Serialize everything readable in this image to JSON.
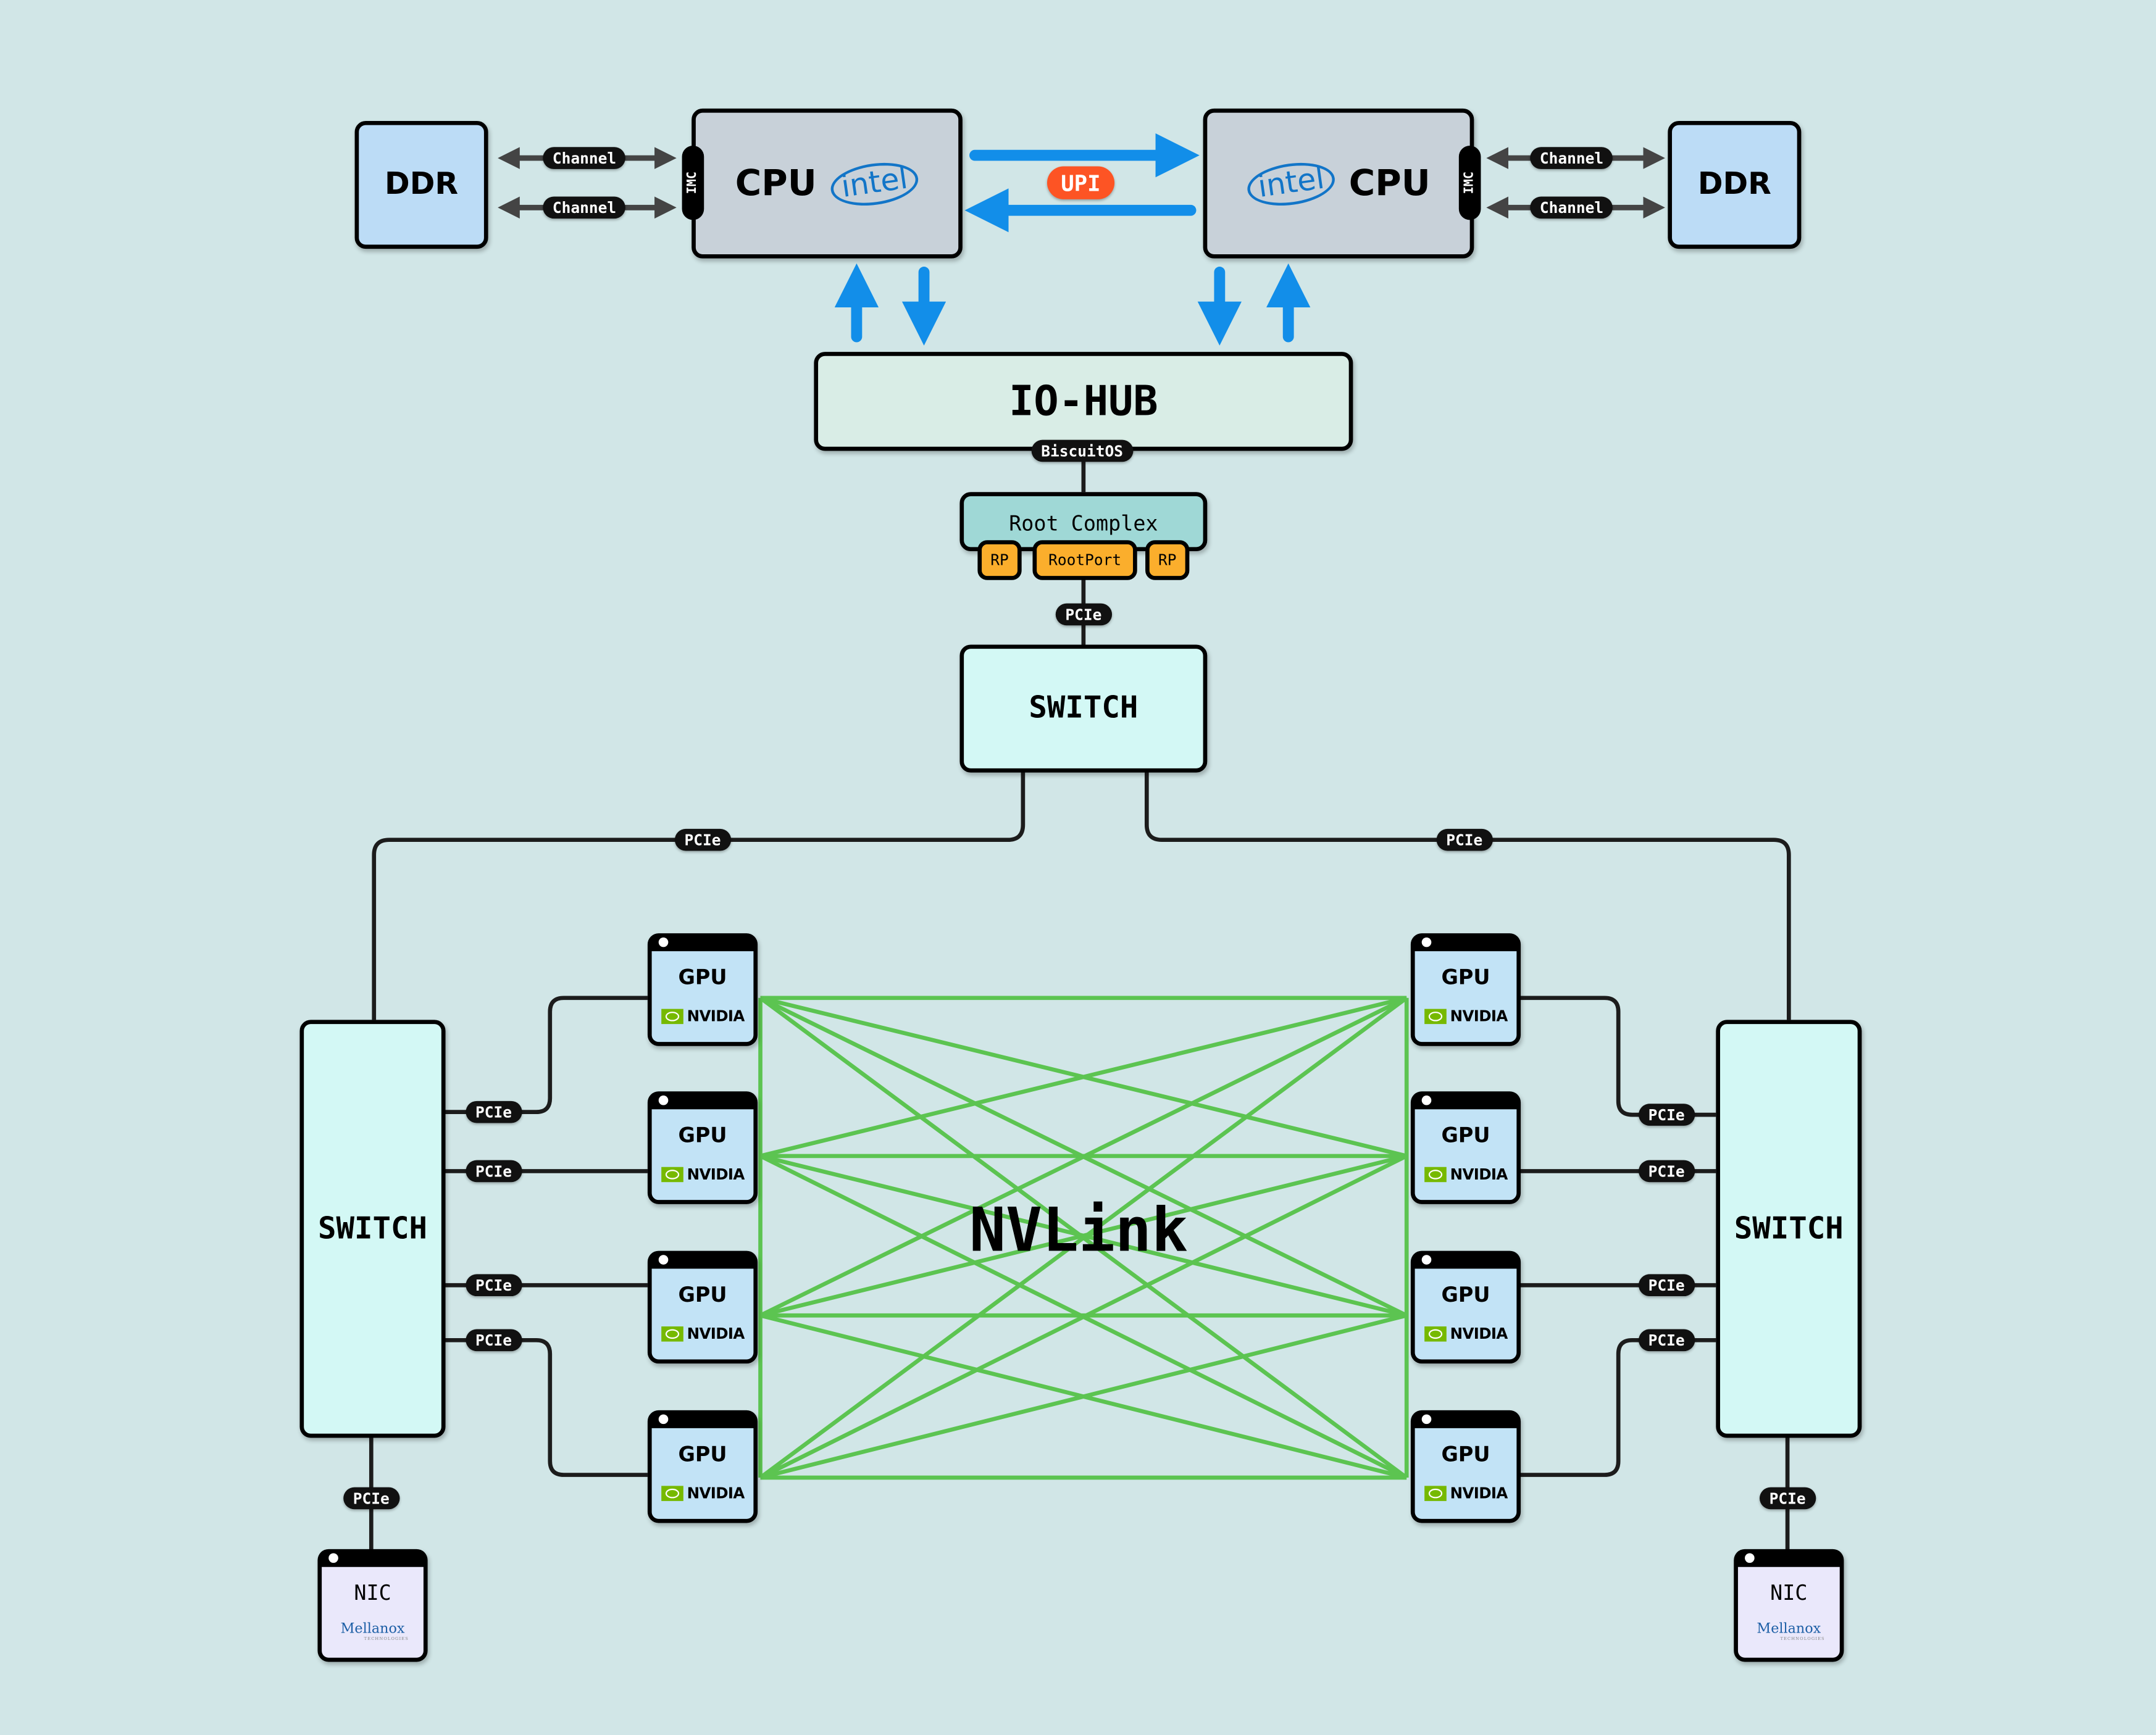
{
  "colors": {
    "background": "#d1e6e7",
    "ddr": "#bcdcf6",
    "cpu": "#c8d1d9",
    "iohub": "#d9ede6",
    "root_complex": "#9fd8d6",
    "root_port": "#fbae2c",
    "switch": "#d3f8f5",
    "gpu": "#c2e3f6",
    "nic": "#eae8fb",
    "upi_arrow": "#128ee9",
    "upi_badge": "#fd5424",
    "nvlink": "#5cc451",
    "channel_arrow": "#444444"
  },
  "memory": {
    "left_ddr": "DDR",
    "right_ddr": "DDR",
    "channel_label": "Channel",
    "imc_label": "IMC"
  },
  "cpus": {
    "left": {
      "label": "CPU",
      "brand": "intel"
    },
    "right": {
      "label": "CPU",
      "brand": "intel"
    },
    "interconnect": "UPI"
  },
  "iohub": {
    "label": "IO-HUB",
    "tag": "BiscuitOS"
  },
  "root_complex": {
    "label": "Root Complex",
    "ports": [
      "RP",
      "RootPort",
      "RP"
    ]
  },
  "bus_label": "PCIe",
  "switches": {
    "top": "SWITCH",
    "left": "SWITCH",
    "right": "SWITCH"
  },
  "gpus": {
    "label": "GPU",
    "brand": "NVIDIA",
    "left_count": 4,
    "right_count": 4
  },
  "nics": {
    "label": "NIC",
    "brand": "Mellanox",
    "brand_sub": "TECHNOLOGIES"
  },
  "nvlink": {
    "label": "NVLink"
  }
}
